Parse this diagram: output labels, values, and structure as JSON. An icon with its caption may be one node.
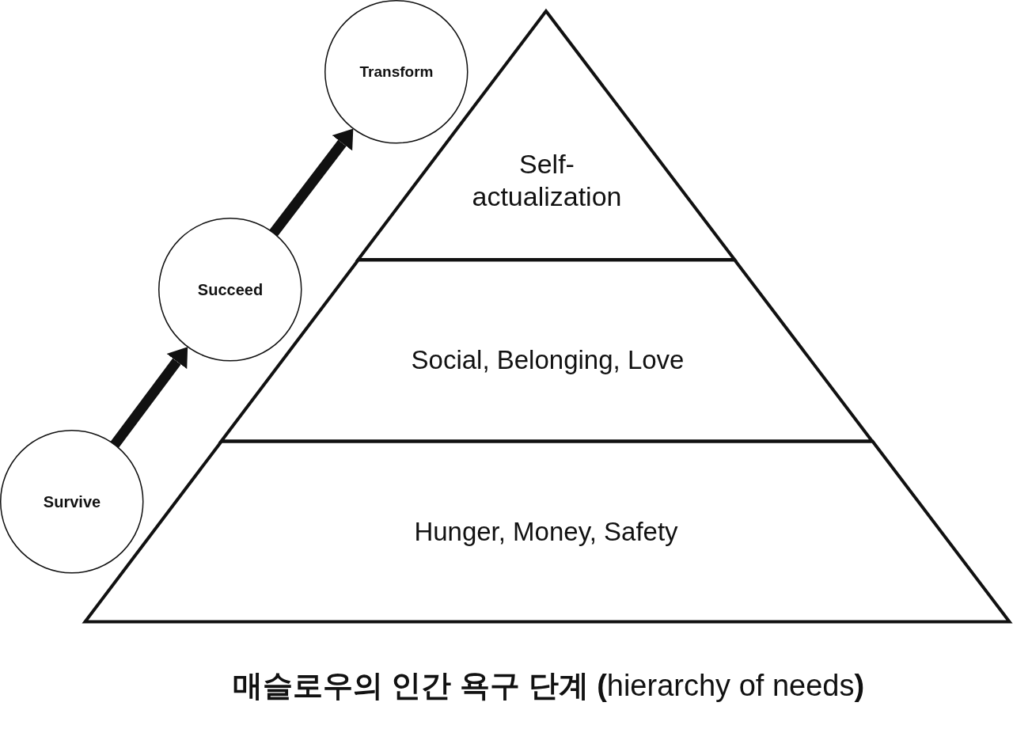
{
  "diagram": {
    "caption": "**매슬로우의 인간 욕구 단계 (**hierarchy of needs**)**",
    "nodes": [
      {
        "text": [
          "Survive"
        ]
      },
      {
        "text": [
          "Succeed"
        ]
      },
      {
        "text": [
          "Transform"
        ]
      },
      {
        "text": [
          "Self-actualization"
        ]
      },
      {
        "text": [
          "Social, Belonging, Love"
        ]
      },
      {
        "text": [
          "Hunger, Money, Safety"
        ]
      }
    ],
    "edges": [
      {
        "from": 0,
        "to": 1,
        "arrow": "to"
      },
      {
        "from": 1,
        "to": 2,
        "arrow": "to"
      }
    ]
  }
}
